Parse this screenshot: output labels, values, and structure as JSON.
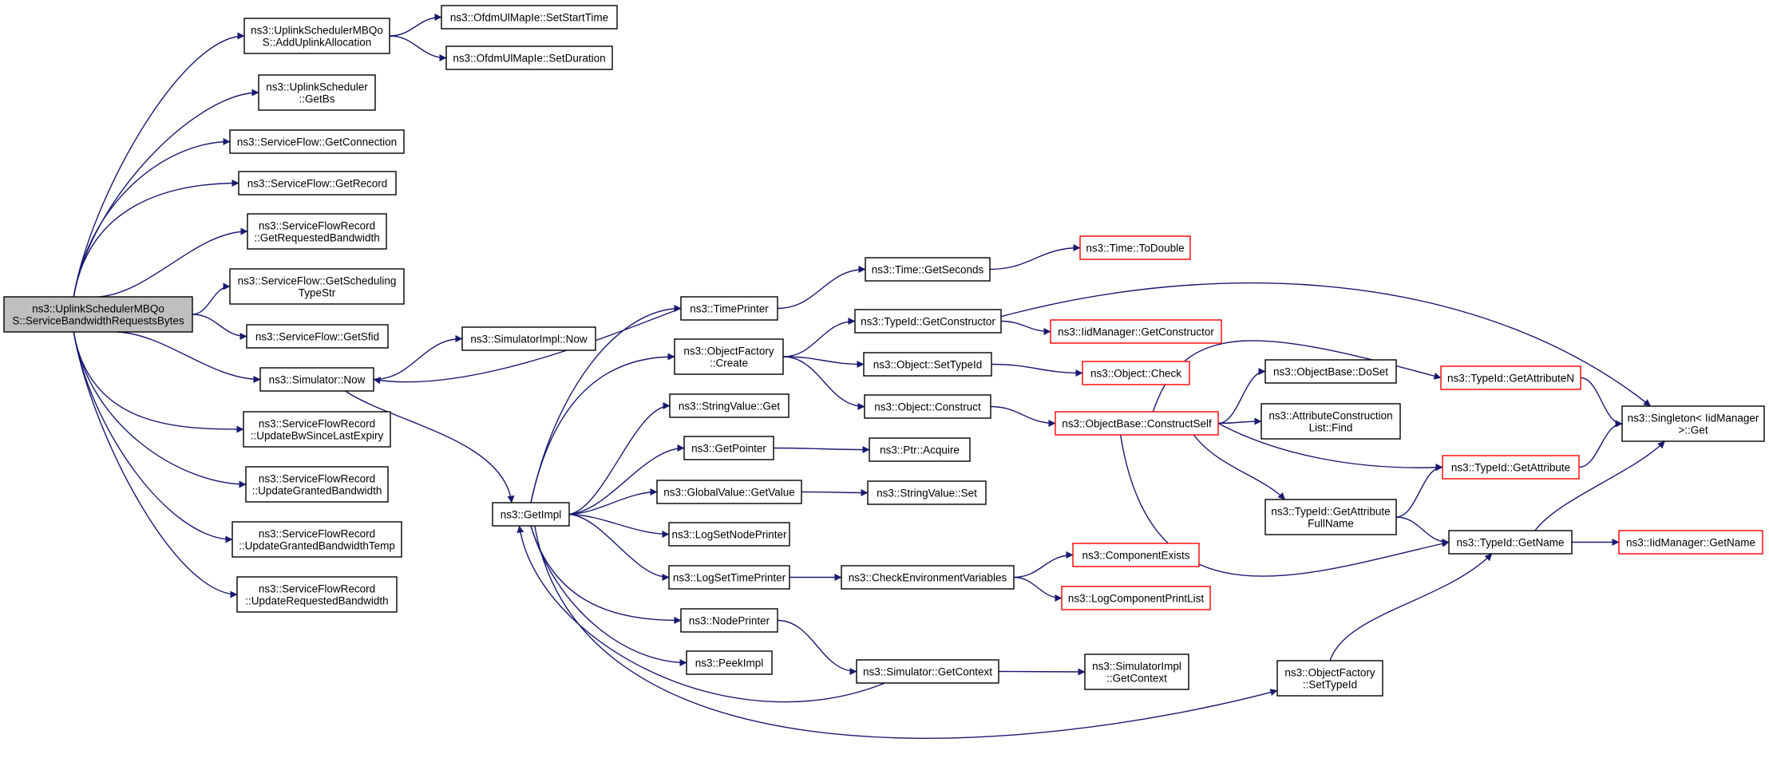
{
  "colors": {
    "edge": "#191970",
    "box_border": "#000000",
    "external_box_border": "#ff0000",
    "root_fill": "#bfbfbf",
    "background": "#ffffff"
  },
  "nodes": {
    "root": {
      "lines": [
        "ns3::UplinkSchedulerMBQo",
        "S::ServiceBandwidthRequestsBytes"
      ]
    },
    "addUplinkAllocation": {
      "lines": [
        "ns3::UplinkSchedulerMBQo",
        "S::AddUplinkAllocation"
      ]
    },
    "setStartTime": {
      "lines": [
        "ns3::OfdmUlMapIe::SetStartTime"
      ]
    },
    "setDuration": {
      "lines": [
        "ns3::OfdmUlMapIe::SetDuration"
      ]
    },
    "getBs": {
      "lines": [
        "ns3::UplinkScheduler",
        "::GetBs"
      ]
    },
    "getConnection": {
      "lines": [
        "ns3::ServiceFlow::GetConnection"
      ]
    },
    "getRecord": {
      "lines": [
        "ns3::ServiceFlow::GetRecord"
      ]
    },
    "getRequestedBandwidth": {
      "lines": [
        "ns3::ServiceFlowRecord",
        "::GetRequestedBandwidth"
      ]
    },
    "getSchedulingTypeStr": {
      "lines": [
        "ns3::ServiceFlow::GetScheduling",
        "TypeStr"
      ]
    },
    "getSfid": {
      "lines": [
        "ns3::ServiceFlow::GetSfid"
      ]
    },
    "simulatorNow": {
      "lines": [
        "ns3::Simulator::Now"
      ]
    },
    "simulatorImplNow": {
      "lines": [
        "ns3::SimulatorImpl::Now"
      ]
    },
    "updateBwSinceLastExpiry": {
      "lines": [
        "ns3::ServiceFlowRecord",
        "::UpdateBwSinceLastExpiry"
      ]
    },
    "updateGrantedBandwidth": {
      "lines": [
        "ns3::ServiceFlowRecord",
        "::UpdateGrantedBandwidth"
      ]
    },
    "updateGrantedBandwidthTemp": {
      "lines": [
        "ns3::ServiceFlowRecord",
        "::UpdateGrantedBandwidthTemp"
      ]
    },
    "updateRequestedBandwidth": {
      "lines": [
        "ns3::ServiceFlowRecord",
        "::UpdateRequestedBandwidth"
      ]
    },
    "getImpl": {
      "lines": [
        "ns3::GetImpl"
      ]
    },
    "timePrinter": {
      "lines": [
        "ns3::TimePrinter"
      ]
    },
    "objectFactoryCreate": {
      "lines": [
        "ns3::ObjectFactory",
        "::Create"
      ]
    },
    "stringValueGet": {
      "lines": [
        "ns3::StringValue::Get"
      ]
    },
    "getPointer": {
      "lines": [
        "ns3::GetPointer"
      ]
    },
    "globalValueGetValue": {
      "lines": [
        "ns3::GlobalValue::GetValue"
      ]
    },
    "logSetNodePrinter": {
      "lines": [
        "ns3::LogSetNodePrinter"
      ]
    },
    "logSetTimePrinter": {
      "lines": [
        "ns3::LogSetTimePrinter"
      ]
    },
    "nodePrinter": {
      "lines": [
        "ns3::NodePrinter"
      ]
    },
    "peekImpl": {
      "lines": [
        "ns3::PeekImpl"
      ]
    },
    "timeGetSeconds": {
      "lines": [
        "ns3::Time::GetSeconds"
      ]
    },
    "timeToDouble": {
      "lines": [
        "ns3::Time::ToDouble"
      ]
    },
    "typeIdGetConstructor": {
      "lines": [
        "ns3::TypeId::GetConstructor"
      ]
    },
    "iidManagerGetConstructor": {
      "lines": [
        "ns3::IidManager::GetConstructor"
      ]
    },
    "objectSetTypeId": {
      "lines": [
        "ns3::Object::SetTypeId"
      ]
    },
    "objectCheck": {
      "lines": [
        "ns3::Object::Check"
      ]
    },
    "objectConstruct": {
      "lines": [
        "ns3::Object::Construct"
      ]
    },
    "constructSelf": {
      "lines": [
        "ns3::ObjectBase::ConstructSelf"
      ]
    },
    "ptrAcquire": {
      "lines": [
        "ns3::Ptr::Acquire"
      ]
    },
    "stringValueSet": {
      "lines": [
        "ns3::StringValue::Set"
      ]
    },
    "checkEnvironmentVariables": {
      "lines": [
        "ns3::CheckEnvironmentVariables"
      ]
    },
    "componentExists": {
      "lines": [
        "ns3::ComponentExists"
      ]
    },
    "logComponentPrintList": {
      "lines": [
        "ns3::LogComponentPrintList"
      ]
    },
    "simulatorGetContext": {
      "lines": [
        "ns3::Simulator::GetContext"
      ]
    },
    "simulatorImplGetContext": {
      "lines": [
        "ns3::SimulatorImpl",
        "::GetContext"
      ]
    },
    "objectFactorySetTypeId": {
      "lines": [
        "ns3::ObjectFactory",
        "::SetTypeId"
      ]
    },
    "objectBaseDoSet": {
      "lines": [
        "ns3::ObjectBase::DoSet"
      ]
    },
    "attributeConstructionListFind": {
      "lines": [
        "ns3::AttributeConstruction",
        "List::Find"
      ]
    },
    "typeIdGetAttributeFullName": {
      "lines": [
        "ns3::TypeId::GetAttribute",
        "FullName"
      ]
    },
    "typeIdGetAttributeN": {
      "lines": [
        "ns3::TypeId::GetAttributeN"
      ]
    },
    "typeIdGetAttribute": {
      "lines": [
        "ns3::TypeId::GetAttribute"
      ]
    },
    "typeIdGetName": {
      "lines": [
        "ns3::TypeId::GetName"
      ]
    },
    "singletonGet": {
      "lines": [
        "ns3::Singleton< IidManager",
        ">::Get"
      ]
    },
    "iidManagerGetName": {
      "lines": [
        "ns3::IidManager::GetName"
      ]
    }
  }
}
